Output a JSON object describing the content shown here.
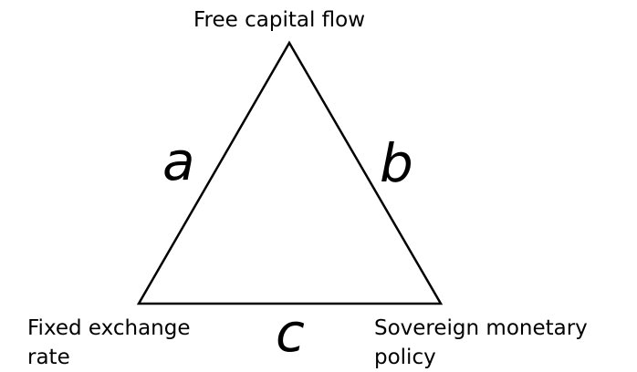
{
  "title": "Impossible trinity",
  "vertices": {
    "top": "Free capital flow",
    "bottom_left": [
      "Fixed exchange",
      "rate"
    ],
    "bottom_right": [
      "Sovereign monetary",
      "policy"
    ]
  },
  "sides": {
    "left": "a",
    "right": "b",
    "bottom": "c"
  }
}
